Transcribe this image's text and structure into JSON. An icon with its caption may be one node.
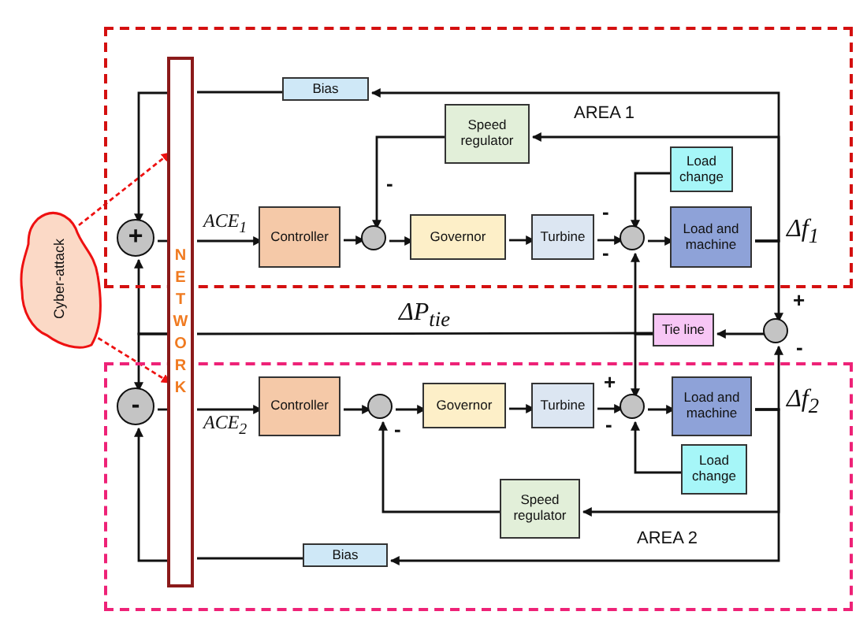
{
  "diagram": {
    "nodes": [
      {
        "text": [
          "AREA 1"
        ]
      },
      {
        "text": [
          "AREA 2"
        ]
      },
      {
        "text": [
          "NETWORK"
        ]
      },
      {
        "text": [
          "Cyber-attack"
        ]
      },
      {
        "text": [
          "+"
        ],
        "in": 0
      },
      {
        "text": [
          "Bias"
        ],
        "in": 0
      },
      {
        "text": [
          "Speed regulator"
        ],
        "in": 0
      },
      {
        "text": [
          "Controller"
        ],
        "in": 0
      },
      {
        "text": [],
        "shape": "circle",
        "in": 0
      },
      {
        "text": [
          "Governor"
        ],
        "in": 0
      },
      {
        "text": [
          "Turbine"
        ],
        "in": 0
      },
      {
        "text": [
          "Load change"
        ],
        "in": 0
      },
      {
        "text": [],
        "shape": "circle",
        "in": 0
      },
      {
        "text": [
          "Load and machine"
        ],
        "in": 0
      },
      {
        "text": [],
        "shape": "circle"
      },
      {
        "text": [
          "Tie line"
        ]
      },
      {
        "text": [
          "-"
        ],
        "in": 1
      },
      {
        "text": [
          "Controller"
        ],
        "in": 1
      },
      {
        "text": [],
        "shape": "circle",
        "in": 1
      },
      {
        "text": [
          "Governor"
        ],
        "in": 1
      },
      {
        "text": [
          "Turbine"
        ],
        "in": 1
      },
      {
        "text": [],
        "shape": "circle",
        "in": 1
      },
      {
        "text": [
          "Load and machine"
        ],
        "in": 1
      },
      {
        "text": [
          "Load change"
        ],
        "in": 1
      },
      {
        "text": [
          "Speed regulator"
        ],
        "in": 1
      },
      {
        "text": [
          "Bias"
        ],
        "in": 1
      }
    ],
    "edges": [
      {
        "from": 3,
        "to": 2,
        "arrow": "to",
        "style": "dashed",
        "color": "#ee1111"
      },
      {
        "from": 3,
        "to": 2,
        "arrow": "to",
        "style": "dashed",
        "color": "#ee1111"
      },
      {
        "from": 5,
        "to": 2,
        "arrow": "none"
      },
      {
        "from": 2,
        "to": 4,
        "arrow": "to"
      },
      {
        "from": 4,
        "to": 2,
        "arrow": "none"
      },
      {
        "from": 2,
        "to": 7,
        "arrow": "to",
        "label": "ACE$_{1}$"
      },
      {
        "from": 7,
        "to": 8,
        "arrow": "to"
      },
      {
        "from": 8,
        "to": 9,
        "arrow": "to"
      },
      {
        "from": 9,
        "to": 10,
        "arrow": "to"
      },
      {
        "from": 10,
        "to": 12,
        "arrow": "to"
      },
      {
        "from": 12,
        "to": 13,
        "arrow": "to"
      },
      {
        "from": 11,
        "to": 12,
        "arrow": "to"
      },
      {
        "from": 6,
        "to": 8,
        "arrow": "to"
      },
      {
        "from": 13,
        "to": 5,
        "arrow": "to"
      },
      {
        "from": 13,
        "to": 6,
        "arrow": "to"
      },
      {
        "from": 13,
        "to": 14,
        "arrow": "to"
      },
      {
        "from": 14,
        "to": 15,
        "arrow": "to"
      },
      {
        "from": 15,
        "to": 2,
        "arrow": "none"
      },
      {
        "from": 2,
        "to": 4,
        "arrow": "to"
      },
      {
        "from": 2,
        "to": 16,
        "arrow": "to"
      },
      {
        "from": 15,
        "to": 12,
        "arrow": "to"
      },
      {
        "from": 15,
        "to": 21,
        "arrow": "to"
      },
      {
        "from": 16,
        "to": 2,
        "arrow": "none"
      },
      {
        "from": 2,
        "to": 17,
        "arrow": "to",
        "label": "ACE$_{2}$"
      },
      {
        "from": 17,
        "to": 18,
        "arrow": "to"
      },
      {
        "from": 18,
        "to": 19,
        "arrow": "to"
      },
      {
        "from": 19,
        "to": 20,
        "arrow": "to"
      },
      {
        "from": 20,
        "to": 21,
        "arrow": "to"
      },
      {
        "from": 21,
        "to": 22,
        "arrow": "to"
      },
      {
        "from": 23,
        "to": 21,
        "arrow": "to"
      },
      {
        "from": 22,
        "to": 14,
        "arrow": "to"
      },
      {
        "from": 22,
        "to": 24,
        "arrow": "to"
      },
      {
        "from": 22,
        "to": 25,
        "arrow": "to"
      },
      {
        "from": 24,
        "to": 18,
        "arrow": "to"
      },
      {
        "from": 25,
        "to": 2,
        "arrow": "none"
      },
      {
        "from": 2,
        "to": 16,
        "arrow": "to"
      }
    ],
    "labels": [
      "-",
      "-",
      "-",
      "Δf$_{1}$",
      "ΔP$_{tie}$",
      "+",
      "-",
      "+",
      "-",
      "-",
      "Δf$_{2}$"
    ]
  }
}
